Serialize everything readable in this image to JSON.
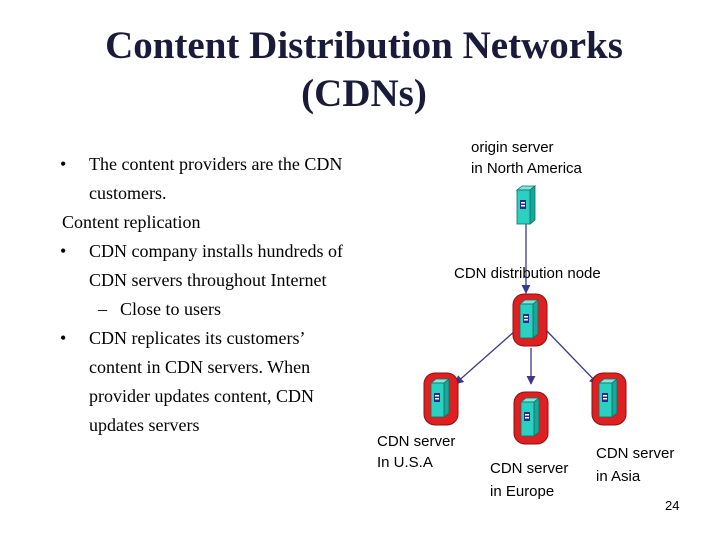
{
  "title": {
    "line1": "Content Distribution Networks",
    "line2": "(CDNs)"
  },
  "bullets": {
    "b1": "The content providers are the CDN customers.",
    "heading": "Content replication",
    "b2": "CDN company installs hundreds of CDN servers throughout Internet",
    "b2_sub": "Close to users",
    "b3": "CDN replicates its customers’ content in CDN servers. When provider updates content, CDN updates servers",
    "bullet_char": "•",
    "dash_char": "–"
  },
  "diagram": {
    "origin_line1": "origin server",
    "origin_line2": "in North America",
    "distribution_node": "CDN distribution node",
    "usa_line1": "CDN server",
    "usa_line2": "In U.S.A",
    "europe_line1": "CDN server",
    "europe_line2": "in Europe",
    "asia_line1": "CDN server",
    "asia_line2": "in Asia"
  },
  "page_number": "24",
  "colors": {
    "title": "#1a1a3a",
    "server_face": "#2ad0c0",
    "server_side": "#18a898",
    "server_window": "#2a2a8a",
    "highlight_red": "#e02020",
    "arrow": "#3a3a8a"
  }
}
